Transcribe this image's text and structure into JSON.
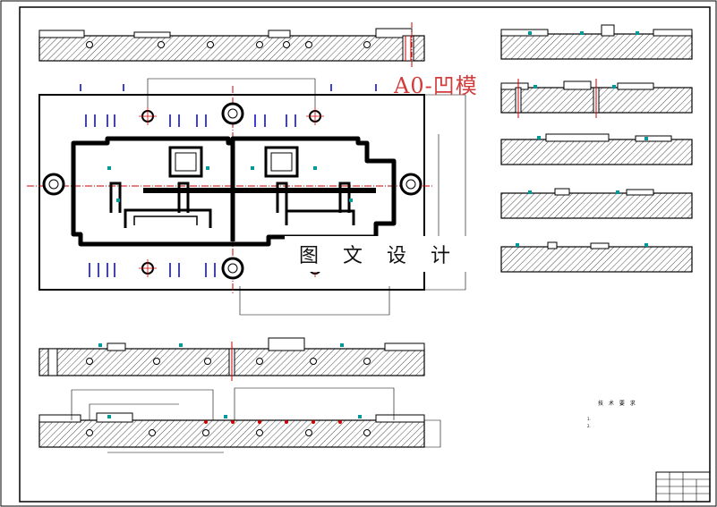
{
  "drawing": {
    "title_tag": "A0-凹模",
    "watermark": "图 文 设 计",
    "notes_heading": "技 术 要 求",
    "notes": [
      "1. ",
      "2. "
    ],
    "colors": {
      "line": "#000000",
      "hatch": "#000000",
      "dimension": "#0000cc",
      "centerline": "#cc0000",
      "marker": "#009999",
      "title_tag": "#d23b3b"
    }
  }
}
